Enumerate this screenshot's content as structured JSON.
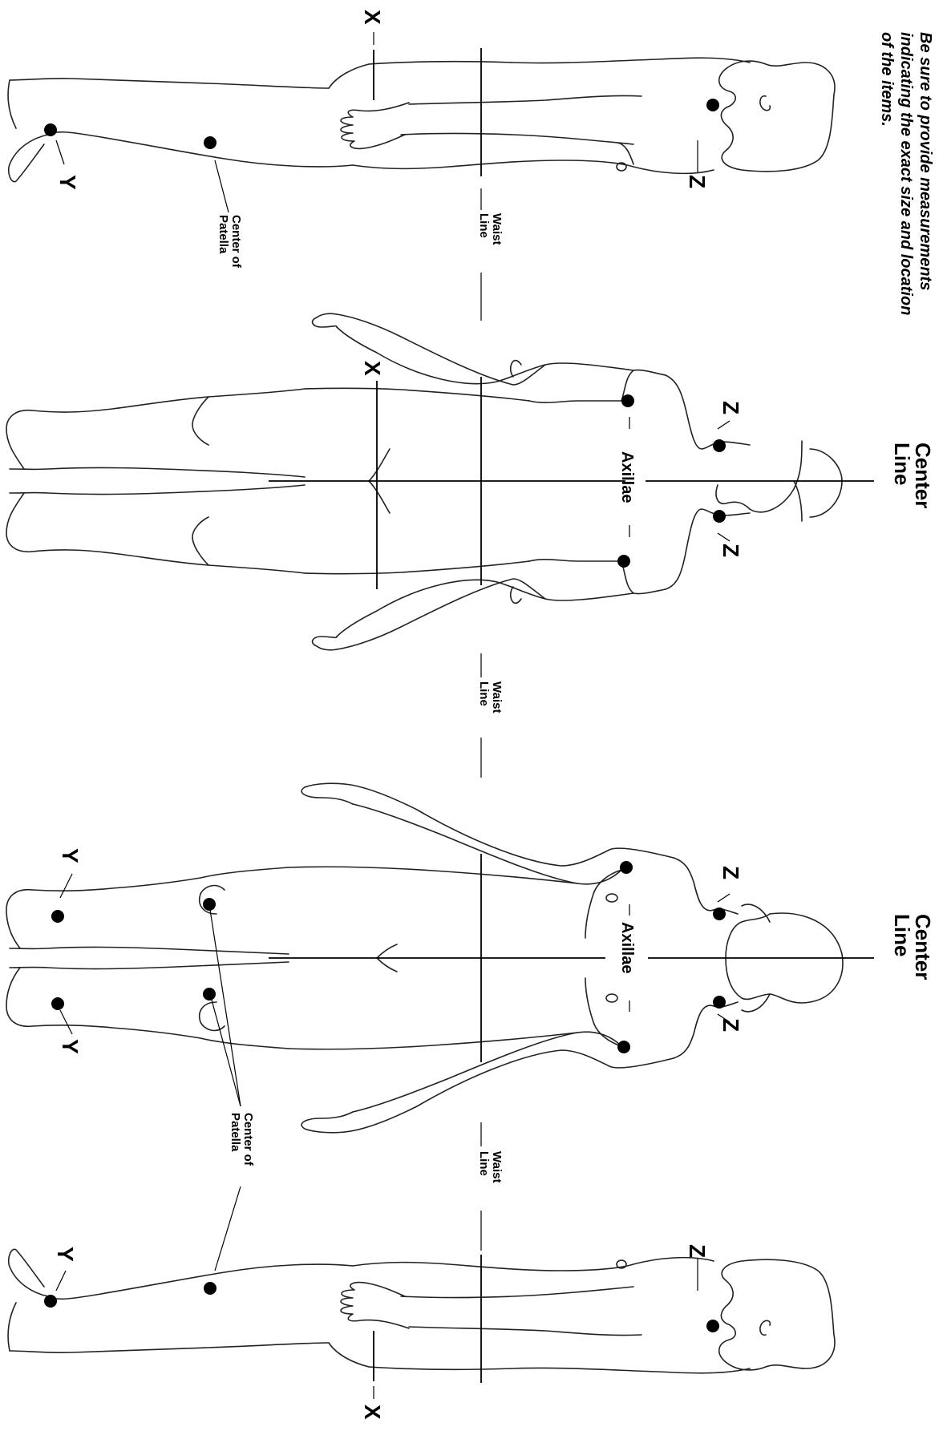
{
  "note": {
    "line1": "Be sure to provide measurements",
    "line2": "indicating the exact size and location",
    "line3": "of the items."
  },
  "labels": {
    "center_line_1": "Center",
    "center_line_2": "Line",
    "waist_1": "Waist",
    "waist_2": "Line",
    "axillae": "Axillae",
    "patella_1": "Center of",
    "patella_2": "Patella",
    "x": "X",
    "y": "Y",
    "z": "Z"
  }
}
